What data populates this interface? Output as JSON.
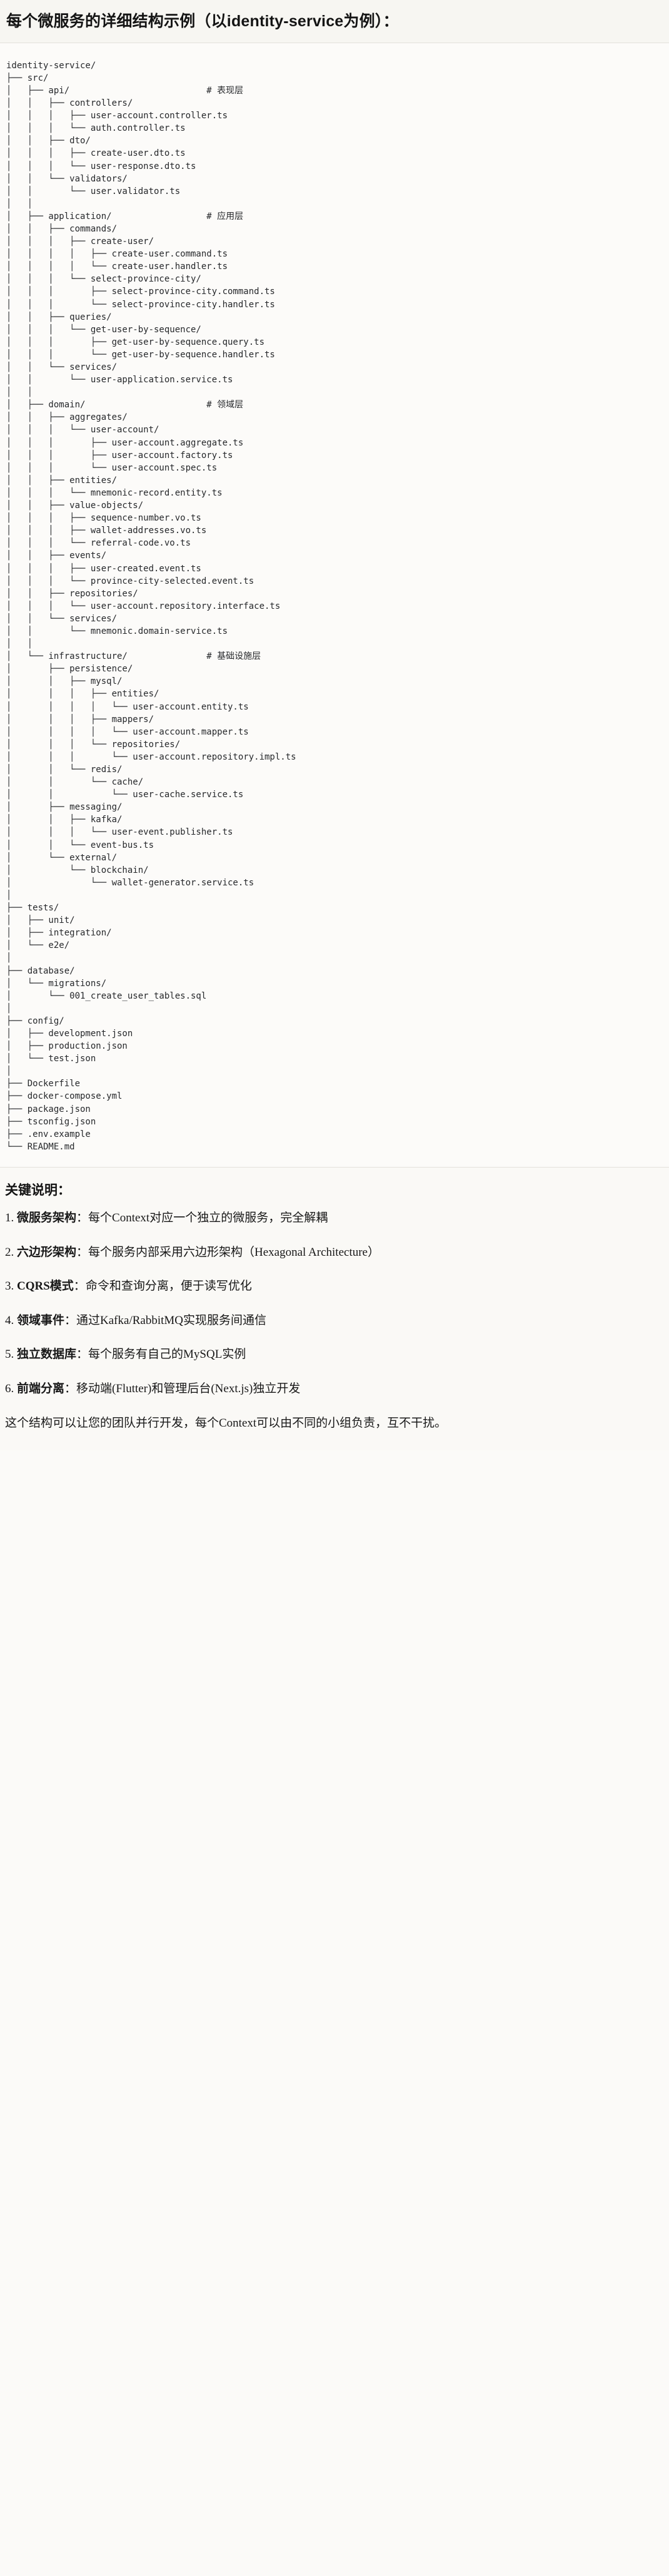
{
  "heading": "每个微服务的详细结构示例（以identity-service为例）：",
  "tree": {
    "label": "identity-service directory tree",
    "text": "identity-service/\n├── src/\n│   ├── api/                          # 表现层\n│   │   ├── controllers/\n│   │   │   ├── user-account.controller.ts\n│   │   │   └── auth.controller.ts\n│   │   ├── dto/\n│   │   │   ├── create-user.dto.ts\n│   │   │   └── user-response.dto.ts\n│   │   └── validators/\n│   │       └── user.validator.ts\n│   │\n│   ├── application/                  # 应用层\n│   │   ├── commands/\n│   │   │   ├── create-user/\n│   │   │   │   ├── create-user.command.ts\n│   │   │   │   └── create-user.handler.ts\n│   │   │   └── select-province-city/\n│   │   │       ├── select-province-city.command.ts\n│   │   │       └── select-province-city.handler.ts\n│   │   ├── queries/\n│   │   │   └── get-user-by-sequence/\n│   │   │       ├── get-user-by-sequence.query.ts\n│   │   │       └── get-user-by-sequence.handler.ts\n│   │   └── services/\n│   │       └── user-application.service.ts\n│   │\n│   ├── domain/                       # 领域层\n│   │   ├── aggregates/\n│   │   │   └── user-account/\n│   │   │       ├── user-account.aggregate.ts\n│   │   │       ├── user-account.factory.ts\n│   │   │       └── user-account.spec.ts\n│   │   ├── entities/\n│   │   │   └── mnemonic-record.entity.ts\n│   │   ├── value-objects/\n│   │   │   ├── sequence-number.vo.ts\n│   │   │   ├── wallet-addresses.vo.ts\n│   │   │   └── referral-code.vo.ts\n│   │   ├── events/\n│   │   │   ├── user-created.event.ts\n│   │   │   └── province-city-selected.event.ts\n│   │   ├── repositories/\n│   │   │   └── user-account.repository.interface.ts\n│   │   └── services/\n│   │       └── mnemonic.domain-service.ts\n│   │\n│   └── infrastructure/               # 基础设施层\n│       ├── persistence/\n│       │   ├── mysql/\n│       │   │   ├── entities/\n│       │   │   │   └── user-account.entity.ts\n│       │   │   ├── mappers/\n│       │   │   │   └── user-account.mapper.ts\n│       │   │   └── repositories/\n│       │   │       └── user-account.repository.impl.ts\n│       │   └── redis/\n│       │       └── cache/\n│       │           └── user-cache.service.ts\n│       ├── messaging/\n│       │   ├── kafka/\n│       │   │   └── user-event.publisher.ts\n│       │   └── event-bus.ts\n│       └── external/\n│           └── blockchain/\n│               └── wallet-generator.service.ts\n│\n├── tests/\n│   ├── unit/\n│   ├── integration/\n│   └── e2e/\n│\n├── database/\n│   └── migrations/\n│       └── 001_create_user_tables.sql\n│\n├── config/\n│   ├── development.json\n│   ├── production.json\n│   └── test.json\n│\n├── Dockerfile\n├── docker-compose.yml\n├── package.json\n├── tsconfig.json\n├── .env.example\n└── README.md",
    "root": "identity-service/",
    "layer_comments": [
      {
        "path": "src/api/",
        "comment": "# 表现层"
      },
      {
        "path": "src/application/",
        "comment": "# 应用层"
      },
      {
        "path": "src/domain/",
        "comment": "# 领域层"
      },
      {
        "path": "src/infrastructure/",
        "comment": "# 基础设施层"
      }
    ]
  },
  "notes": {
    "title": "关键说明：",
    "items": [
      {
        "term": "微服务架构",
        "sep": "：",
        "desc": "每个Context对应一个独立的微服务，完全解耦"
      },
      {
        "term": "六边形架构",
        "sep": "：",
        "desc": "每个服务内部采用六边形架构（Hexagonal Architecture）"
      },
      {
        "term": "CQRS模式",
        "sep": "：",
        "desc": "命令和查询分离，便于读写优化"
      },
      {
        "term": "领域事件",
        "sep": "：",
        "desc": "通过Kafka/RabbitMQ实现服务间通信"
      },
      {
        "term": "独立数据库",
        "sep": "：",
        "desc": "每个服务有自己的MySQL实例"
      },
      {
        "term": "前端分离",
        "sep": "：",
        "desc": "移动端(Flutter)和管理后台(Next.js)独立开发"
      }
    ],
    "closing": "这个结构可以让您的团队并行开发，每个Context可以由不同的小组负责，互不干扰。"
  }
}
